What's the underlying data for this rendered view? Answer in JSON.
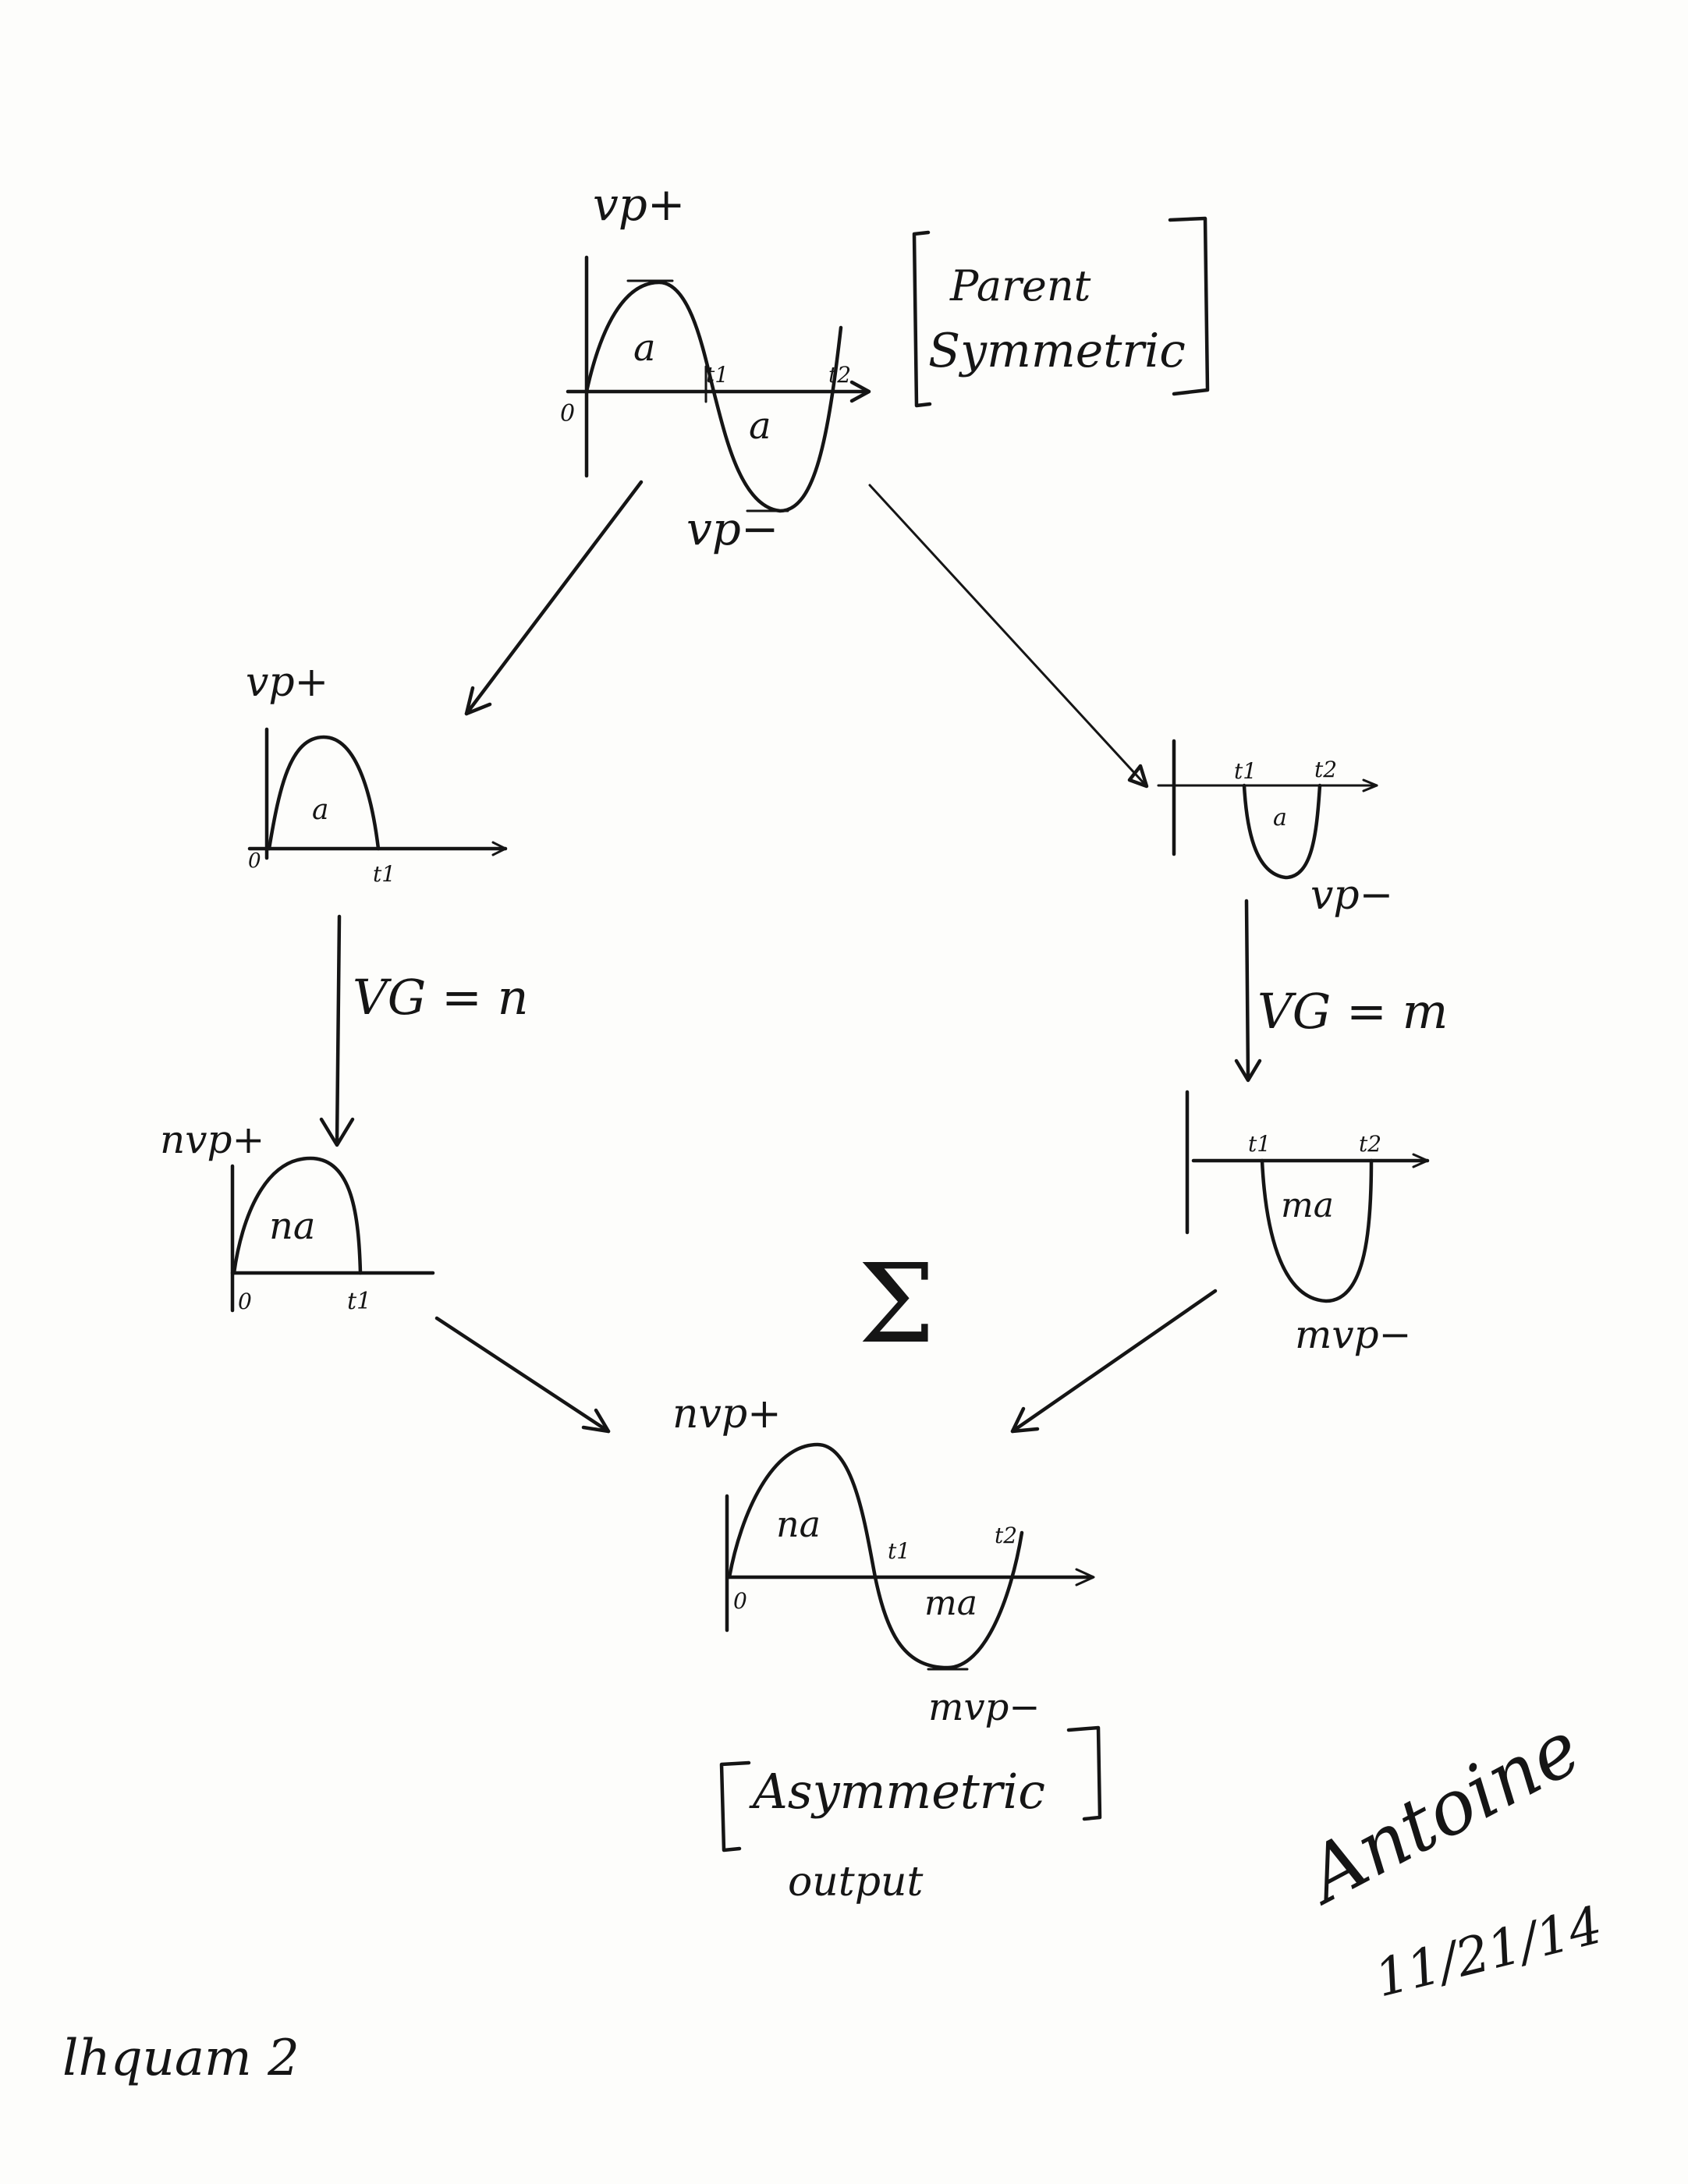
{
  "colors": {
    "ink": "#151515",
    "paper": "#fdfdfb"
  },
  "parent": {
    "peak_label": "vp+",
    "trough_label": "vp−",
    "area_pos": "a",
    "area_neg": "a",
    "origin": "0",
    "t1": "t1",
    "t2": "t2",
    "note_line1": "Parent",
    "note_line2": "Symmetric"
  },
  "left_branch": {
    "peak_label": "vp+",
    "area": "a",
    "origin": "0",
    "t1": "t1",
    "gain": "VG = n",
    "scaled_peak_label": "nvp+",
    "scaled_area": "na",
    "scaled_origin": "0",
    "scaled_t1": "t1"
  },
  "right_branch": {
    "t1": "t1",
    "t2": "t2",
    "area": "a",
    "trough_label": "vp−",
    "gain": "VG = m",
    "scaled_t1": "t1",
    "scaled_t2": "t2",
    "scaled_area": "ma",
    "scaled_trough_label": "mvp−"
  },
  "sum_symbol": "Σ",
  "output": {
    "peak_label": "nvp+",
    "trough_label": "mvp−",
    "area_pos": "na",
    "area_neg": "ma",
    "origin": "0",
    "t1": "t1",
    "t2": "t2",
    "note_line1": "Asymmetric",
    "note_line2": "output"
  },
  "signature": "Antoine",
  "date": "11/21/14",
  "footer": "lhquam 2"
}
